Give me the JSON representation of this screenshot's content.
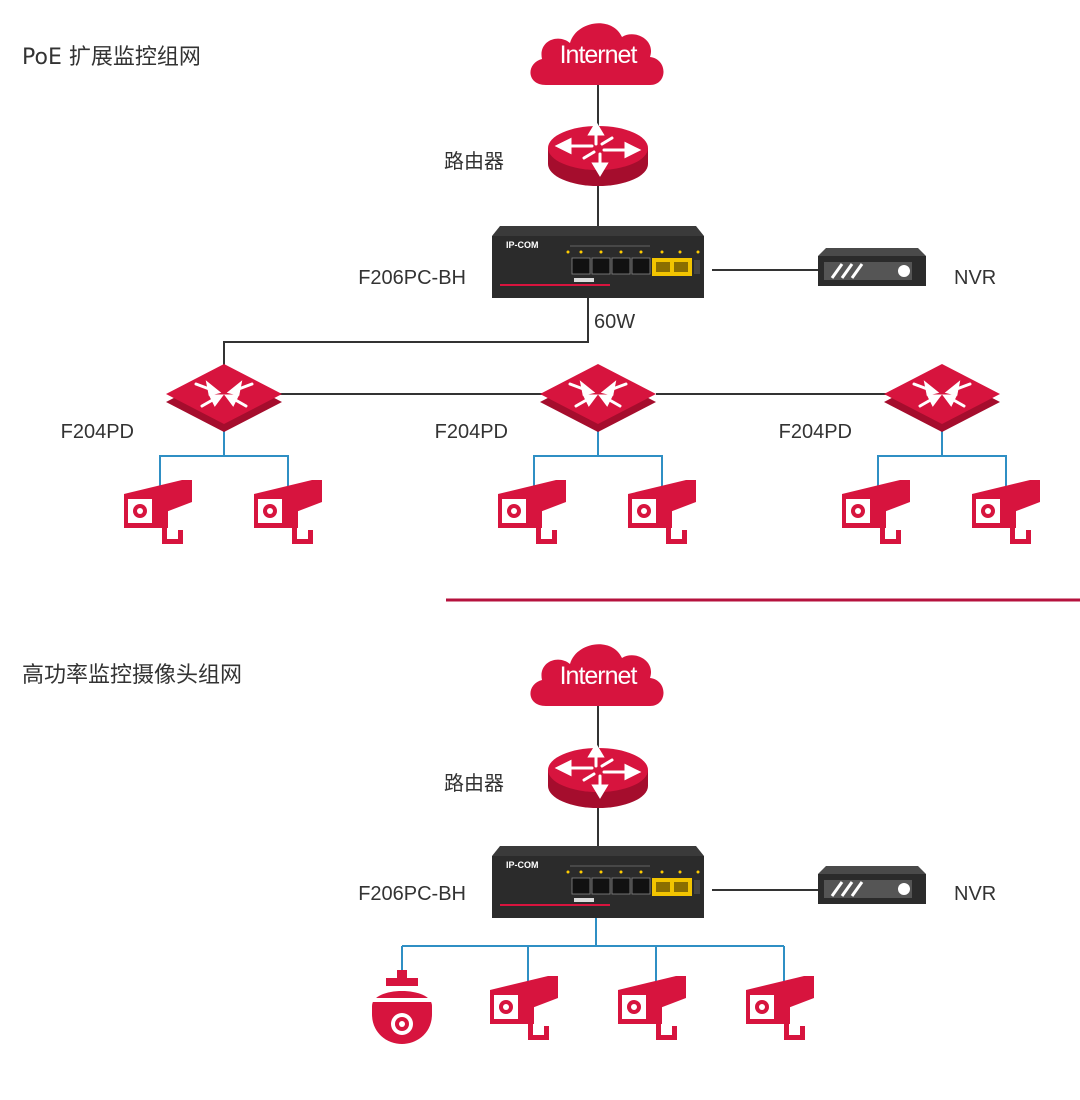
{
  "colors": {
    "accent": "#d7143e",
    "accent_dark": "#a50d2d",
    "device_dark": "#2b2b2b",
    "poe_link": "#2f8fc4",
    "line": "#333333",
    "port_yellow": "#f2c400",
    "divider": "#b5123d"
  },
  "sections": [
    {
      "title": "PoE 扩展监控组网",
      "internet_label": "Internet",
      "router_label": "路由器",
      "switch_model": "F206PC-BH",
      "switch_brand": "IP-COM",
      "nvr_label": "NVR",
      "power_label": "60W",
      "extenders": [
        {
          "label": "F204PD",
          "camera_count": 2
        },
        {
          "label": "F204PD",
          "camera_count": 2
        },
        {
          "label": "F204PD",
          "camera_count": 2
        }
      ]
    },
    {
      "title": "高功率监控摄像头组网",
      "internet_label": "Internet",
      "router_label": "路由器",
      "switch_model": "F206PC-BH",
      "switch_brand": "IP-COM",
      "nvr_label": "NVR",
      "cameras": [
        "dome-camera",
        "bullet-camera",
        "bullet-camera",
        "bullet-camera"
      ]
    }
  ]
}
